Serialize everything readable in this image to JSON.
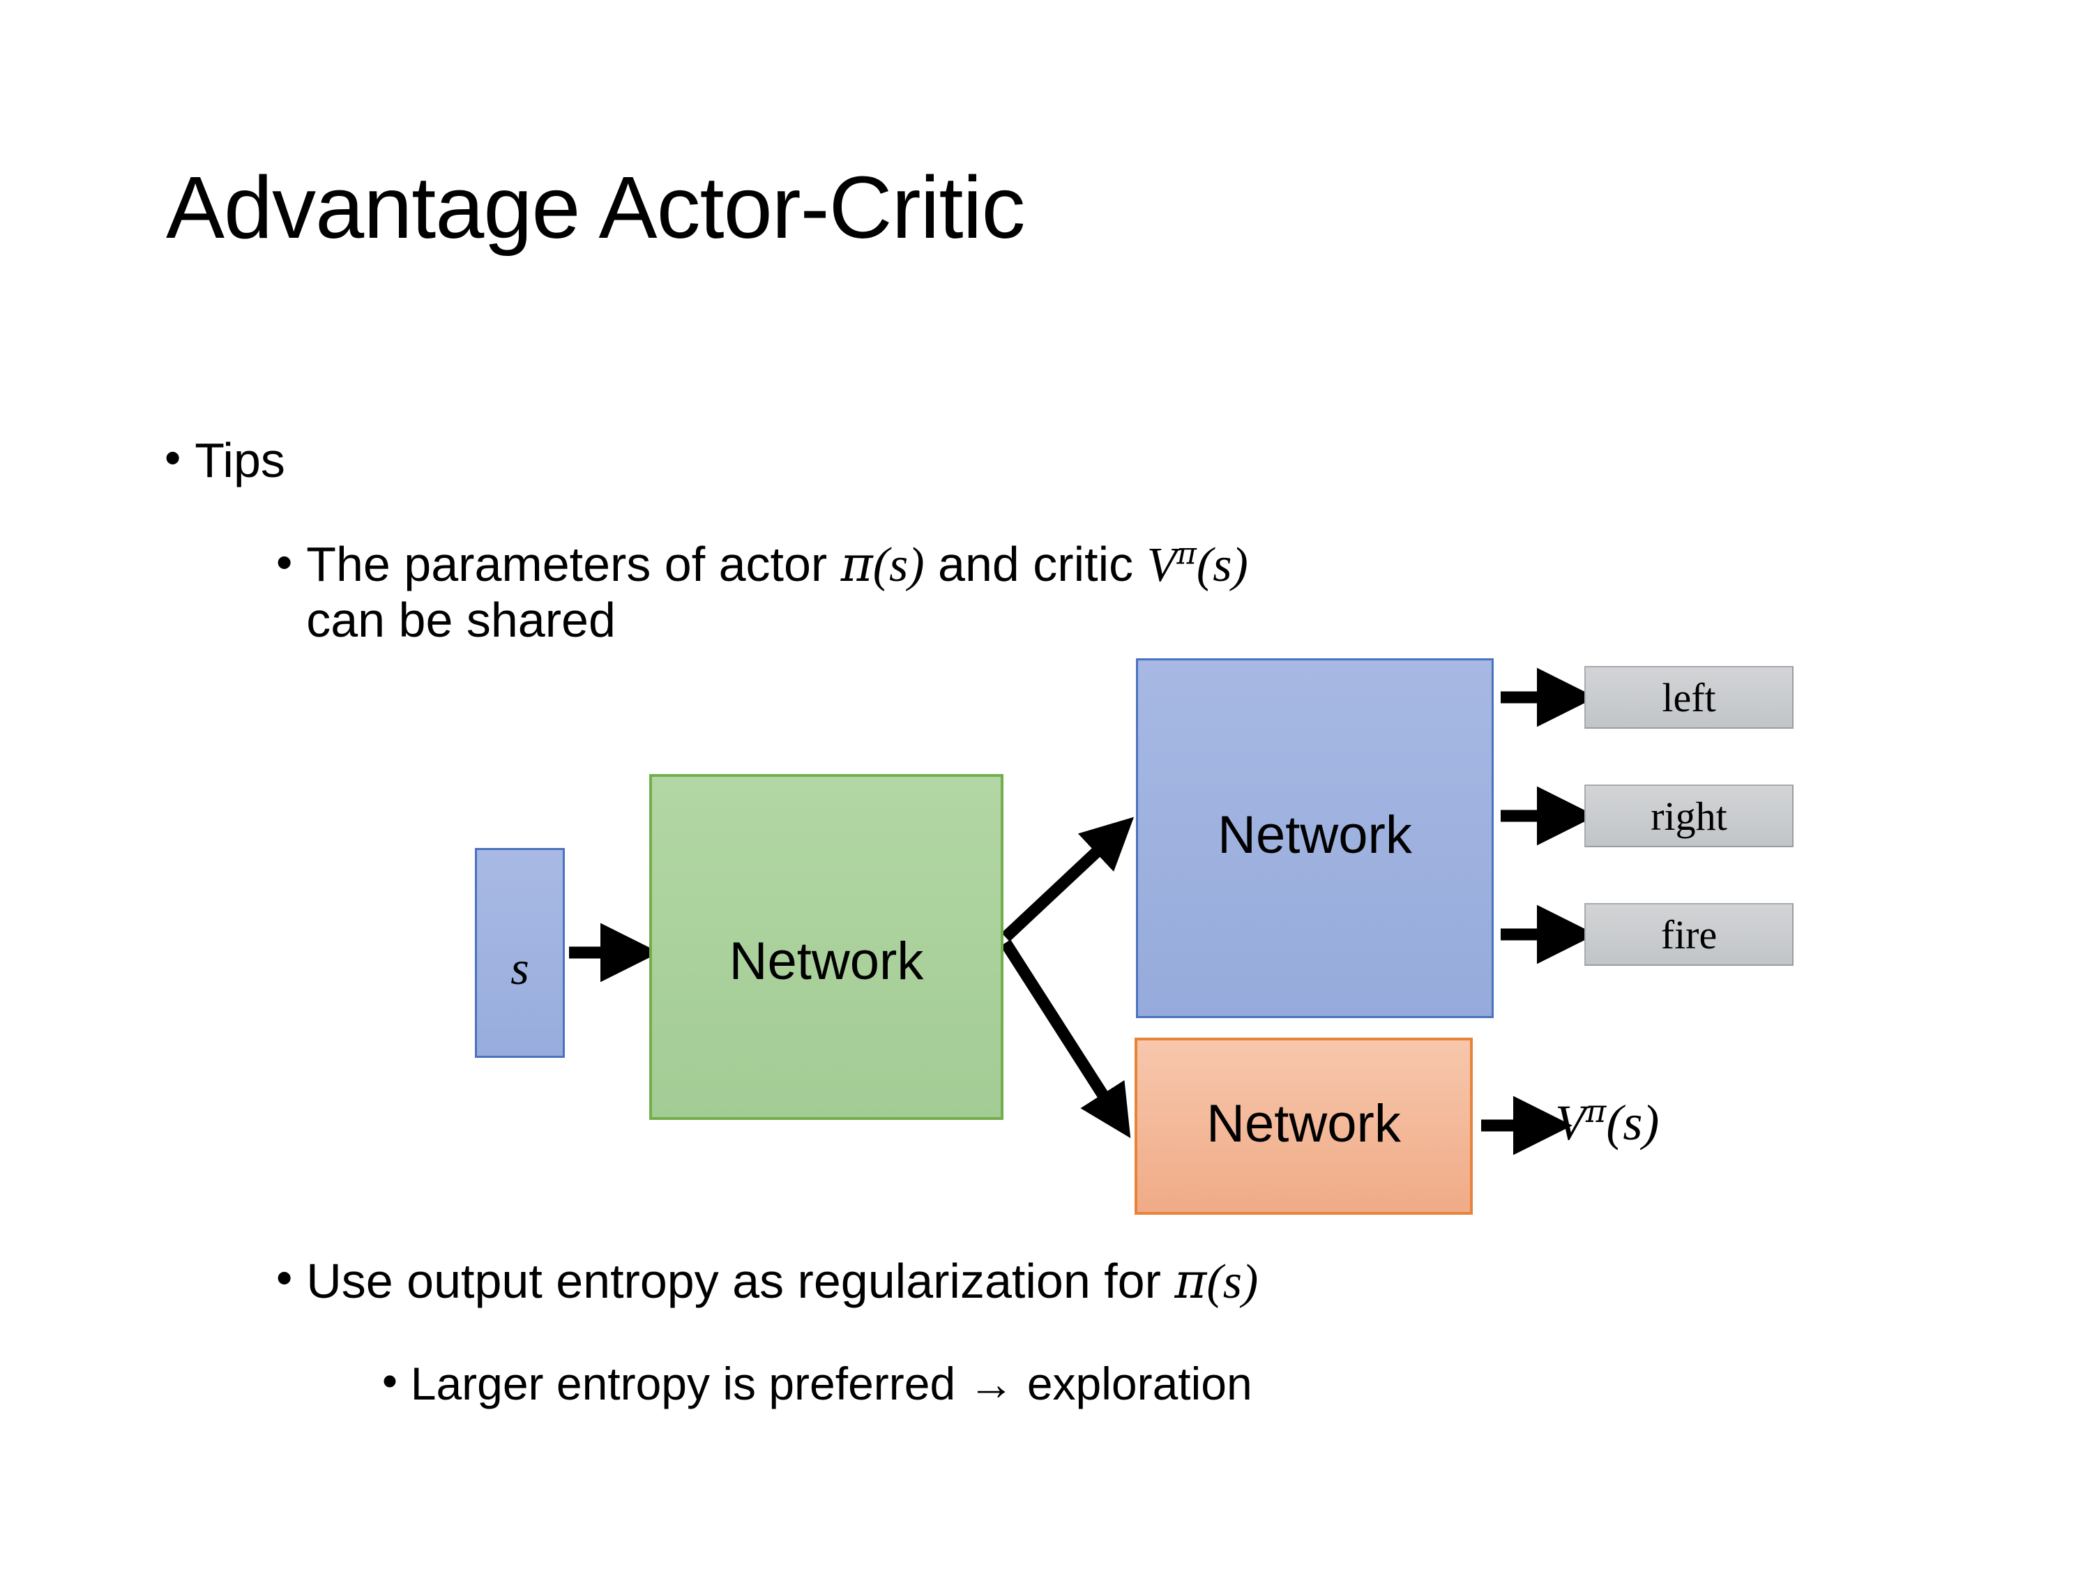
{
  "slide": {
    "title": "Advantage Actor-Critic"
  },
  "bullets": {
    "tips": {
      "marker": "•",
      "text": "Tips"
    },
    "shared_params": {
      "marker": "•",
      "text_before_pi": "The parameters of actor ",
      "pi": "π",
      "pi_arg_open": "(",
      "pi_arg": "s",
      "pi_arg_close": ")",
      "text_middle": "  and critic ",
      "v": "V",
      "v_sup": "π",
      "v_arg_open": "(",
      "v_arg": "s",
      "v_arg_close": ")",
      "text_after": "can be shared",
      "full_text": "The parameters of actor π(s)  and critic Vπ(s) can be shared"
    },
    "entropy": {
      "marker": "•",
      "text_before": "Use output entropy as regularization for ",
      "pi": "π",
      "arg_open": "(",
      "arg": "s",
      "arg_close": ")",
      "full_text": "Use output entropy as regularization for π(s)"
    },
    "larger_entropy": {
      "marker": "•",
      "text": "Larger entropy is preferred → exploration",
      "arrow_glyph": "→"
    }
  },
  "diagram": {
    "input_node": {
      "label": "s",
      "fill": "#9eb2e0",
      "border": "#4a72c0"
    },
    "shared_network": {
      "label": "Network",
      "fill": "#abd09e",
      "border": "#74ad4c"
    },
    "actor_network": {
      "label": "Network",
      "fill": "#9db0df",
      "border": "#4a72c0"
    },
    "critic_network": {
      "label": "Network",
      "fill": "#f4bfa4",
      "border": "#e8833a"
    },
    "actions": [
      {
        "label": "left",
        "fill": "#c8cacc",
        "border": "#a8abae"
      },
      {
        "label": "right",
        "fill": "#c8cacc",
        "border": "#a8abae"
      },
      {
        "label": "fire",
        "fill": "#c8cacc",
        "border": "#a8abae"
      }
    ],
    "value_output": {
      "v": "V",
      "sup": "π",
      "arg_open": "(",
      "arg": "s",
      "arg_close": ")",
      "full_text": "Vπ(s)"
    },
    "arrow_color": "#000000"
  },
  "colors": {
    "background": "#ffffff",
    "text": "#000000",
    "blue_fill": "#9db0df",
    "blue_border": "#4a72c0",
    "green_fill": "#abd09e",
    "green_border": "#74ad4c",
    "orange_fill": "#f4bfa4",
    "orange_border": "#e8833a",
    "gray_fill": "#c8cacc",
    "gray_border": "#a8abae"
  }
}
